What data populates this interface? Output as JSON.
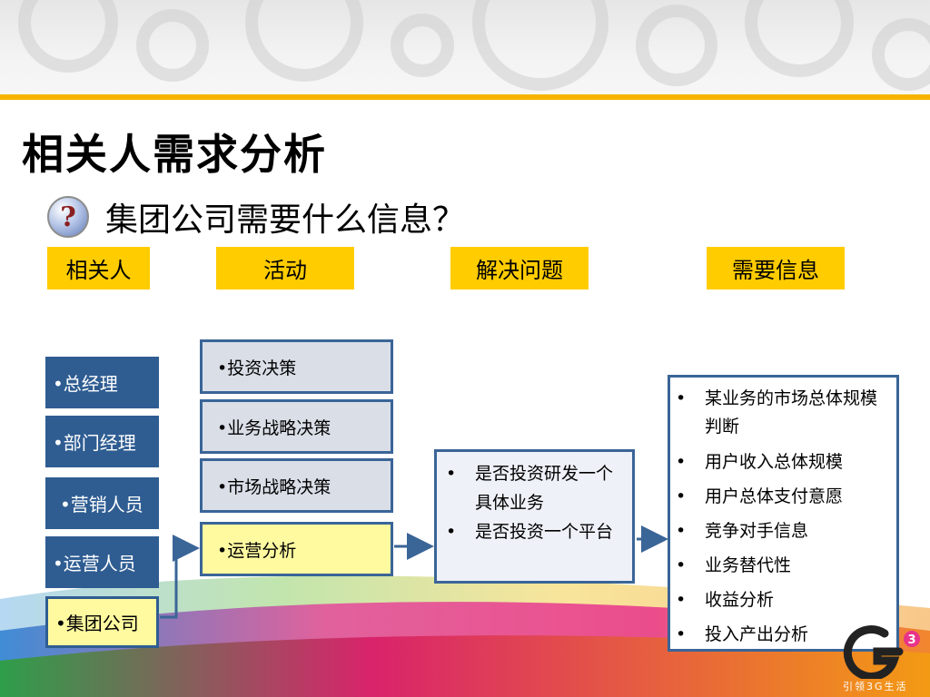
{
  "title": "相关人需求分析",
  "question": {
    "icon": "question-icon",
    "icon_glyph": "?",
    "text": "集团公司需要什么信息？"
  },
  "headers": {
    "stakeholders": "相关人",
    "activities": "活动",
    "problems": "解决问题",
    "info": "需要信息"
  },
  "stakeholders": [
    "•总经理",
    "•部门经理",
    "•营销人员",
    "•运营人员",
    "•集团公司"
  ],
  "activities": [
    "•投资决策",
    "•业务战略决策",
    "•市场战略决策",
    "•运营分析"
  ],
  "problems": {
    "bullet": "•",
    "items": [
      "是否投资研发一个具体业务",
      "是否投资一个平台"
    ]
  },
  "info_needed": {
    "bullet": "•",
    "items": [
      "某业务的市场总体规模判断",
      "用户收入总体规模",
      "用户总体支付意愿",
      "竞争对手信息",
      "业务替代性",
      "收益分析",
      "投入产出分析"
    ]
  },
  "logo": {
    "slogan": "引领3G生活",
    "badge": "3"
  },
  "colors": {
    "accent_yellow": "#ffcc00",
    "stake_blue": "#2f5d92",
    "highlight": "#fffaa0",
    "border_blue": "#3a6597"
  }
}
